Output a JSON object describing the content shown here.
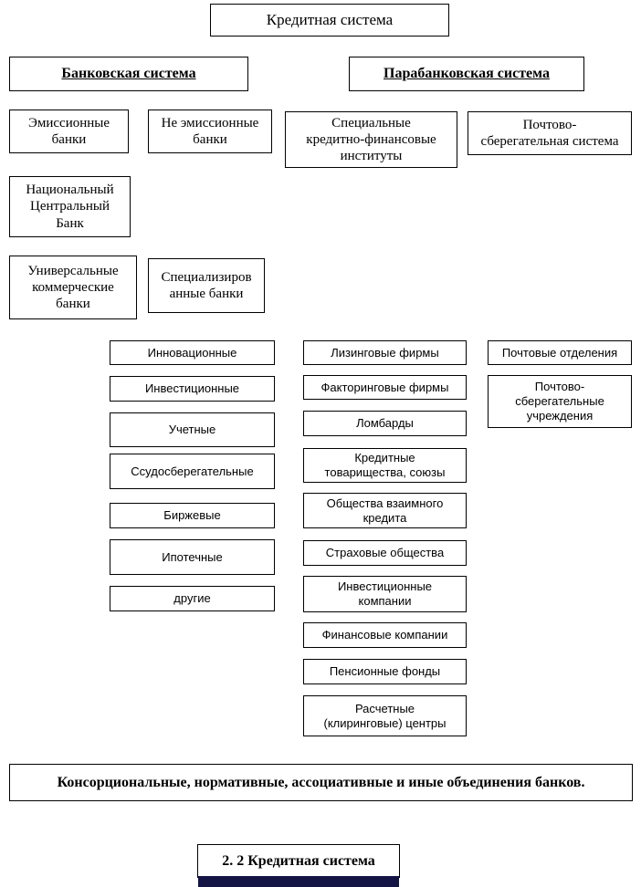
{
  "title": "Кредитная система",
  "banking_system": {
    "header": "Банковская система",
    "emission_banks": "Эмиссионные\nбанки",
    "non_emission_banks": "Не эмиссионные\nбанки",
    "national_central_bank": "Национальный\nЦентральный\nБанк",
    "universal_commercial_banks": "Универсальные\nкоммерческие\nбанки",
    "specialized_banks": "Специализиров\nанные банки",
    "specialized_bank_types": [
      "Инновационные",
      "Инвестиционные",
      "Учетные",
      "Ссудосберегательные",
      "Биржевые",
      "Ипотечные",
      "другие"
    ]
  },
  "parabanking_system": {
    "header": "Парабанковская система",
    "special_credit_institutes": "Специальные\nкредитно-финансовые\nинституты",
    "postal_savings_system": "Почтово-\nсберегательная система",
    "credit_institute_types": [
      "Лизинговые фирмы",
      "Факторинговые фирмы",
      "Ломбарды",
      "Кредитные\nтоварищества, союзы",
      "Общества взаимного\nкредита",
      "Страховые общества",
      "Инвестиционные\nкомпании",
      "Финансовые компании",
      "Пенсионные фонды",
      "Расчетные\n(клиринговые) центры"
    ],
    "postal_units": [
      "Почтовые отделения",
      "Почтово-\nсберегательные\nучреждения"
    ]
  },
  "footer": "Консорциональные, нормативные, ассоциативные и иные объединения банков.",
  "caption": "2. 2 Кредитная система",
  "colors": {
    "caption_bar": "#141445"
  }
}
